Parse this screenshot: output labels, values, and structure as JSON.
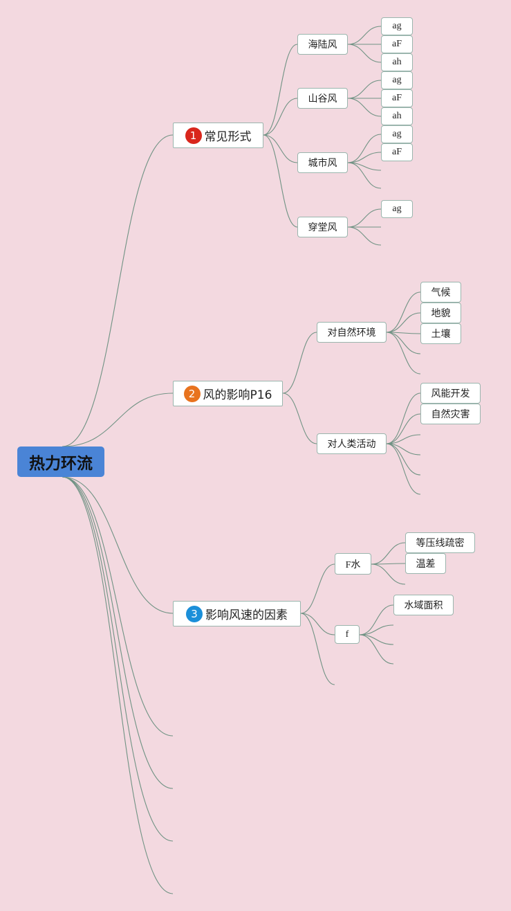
{
  "root": {
    "label": "热力环流"
  },
  "branches": [
    {
      "number": "1",
      "label": "常见形式",
      "badge_color": "#d9261c",
      "children": [
        {
          "label": "海陆风",
          "leaves": [
            "ag",
            "aF",
            "ah"
          ]
        },
        {
          "label": "山谷风",
          "leaves": [
            "ag",
            "aF",
            "ah"
          ]
        },
        {
          "label": "城市风",
          "leaves": [
            "ag",
            "aF"
          ]
        },
        {
          "label": "穿堂风",
          "leaves": [
            "ag"
          ]
        }
      ]
    },
    {
      "number": "2",
      "label": "风的影响P16",
      "badge_color": "#e8731e",
      "children": [
        {
          "label": "对自然环境",
          "leaves": [
            "气候",
            "地貌",
            "土壤"
          ]
        },
        {
          "label": "对人类活动",
          "leaves": [
            "风能开发",
            "自然灾害"
          ]
        }
      ]
    },
    {
      "number": "3",
      "label": "影响风速的因素",
      "badge_color": "#1b8fd9",
      "children": [
        {
          "label": "F水",
          "leaves": [
            "等压线疏密",
            "温差"
          ]
        },
        {
          "label": "f",
          "leaves": [
            "水域面积"
          ]
        }
      ]
    }
  ],
  "colors": {
    "background": "#f3d9e0",
    "root": "#4a84d6",
    "edge": "#6f9283",
    "node_border": "#9ab5ad"
  }
}
